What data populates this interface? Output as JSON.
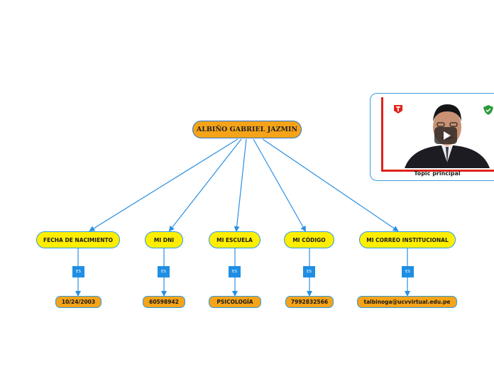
{
  "root": {
    "label": "ALBIÑO GABRIEL JAZMIN"
  },
  "branches": [
    {
      "category": "FECHA DE NACIMIENTO",
      "relation": "ES",
      "value": "10/24/2003"
    },
    {
      "category": "MI DNI",
      "relation": "ES",
      "value": "60598942"
    },
    {
      "category": "MI ESCUELA",
      "relation": "ES",
      "value": "PSICOLOGÍA"
    },
    {
      "category": "MI CÓDIGO",
      "relation": "ES",
      "value": "7992832566"
    },
    {
      "category": "MI CORREO INSTITUCIONAL",
      "relation": "ES",
      "value": "talbinoga@ucvvirtual.edu.pe"
    }
  ],
  "video": {
    "caption": "Topic principal"
  },
  "colors": {
    "root_fill": "#f5a318",
    "category_fill": "#ffee00",
    "relation_fill": "#1e8fe3",
    "value_fill": "#f5a318",
    "edge": "#2b8fe3",
    "video_accent": "#e0231b"
  }
}
